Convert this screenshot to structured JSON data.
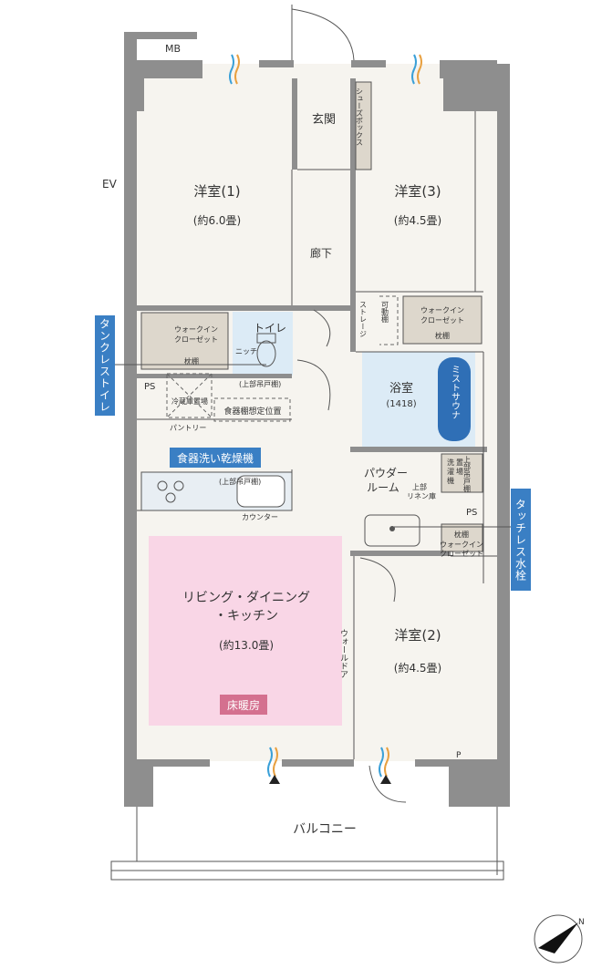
{
  "labels": {
    "mb": "MB",
    "ev": "EV",
    "entrance": "玄関",
    "shoe_box": "シューズボックス",
    "western1": "洋室(1)",
    "western1_size": "(約6.0畳)",
    "western3": "洋室(3)",
    "western3_size": "(約4.5畳)",
    "hallway": "廊下",
    "walkin_closet": "ウォークインクローゼット",
    "walkin_closet_a": "ウォークイン",
    "walkin_closet_b": "クローゼット",
    "shelf": "枕棚",
    "toilet": "トイレ",
    "niche": "ニッチ",
    "upper_cabinet": "(上部吊戸棚)",
    "movable_shelf": "可動棚",
    "storage": "ストレージ",
    "ps": "PS",
    "fridge": "冷蔵庫置場",
    "pantry": "パントリー",
    "dish_cabinet": "食器棚想定位置",
    "bath": "浴室",
    "bath_size": "(1418)",
    "mist_sauna": "ミストサウナ",
    "powder_a": "パウダー",
    "powder_b": "ルーム",
    "upper_linen": "上部",
    "linen": "リネン庫",
    "washer_a": "洗",
    "washer_b": "濯",
    "washer_c": "機",
    "washer_d": "置",
    "washer_e": "場",
    "upper_hang": "上部吊戸棚",
    "counter": "カウンター",
    "ldk_a": "リビング・ダイニング",
    "ldk_b": "・キッチン",
    "ldk_size": "(約13.0畳)",
    "wall_door": "ウォールドア",
    "western2": "洋室(2)",
    "western2_size": "(約4.5畳)",
    "balcony": "バルコニー",
    "p": "P"
  },
  "tags": {
    "tankless": "タンクレストイレ",
    "dishwasher": "食器洗い乾燥機",
    "touchless": "タッチレス水栓",
    "floor_heating": "床暖房"
  },
  "colors": {
    "tag_blue": "#3a7fc4",
    "floor_heating_fill": "#f9d6e6",
    "floor_heating_tag": "#d4708f",
    "bath_fill": "#dcebf6",
    "closet_fill": "#ddd7cc",
    "wall": "#8e8e8e",
    "floor": "#f6f4ef"
  }
}
